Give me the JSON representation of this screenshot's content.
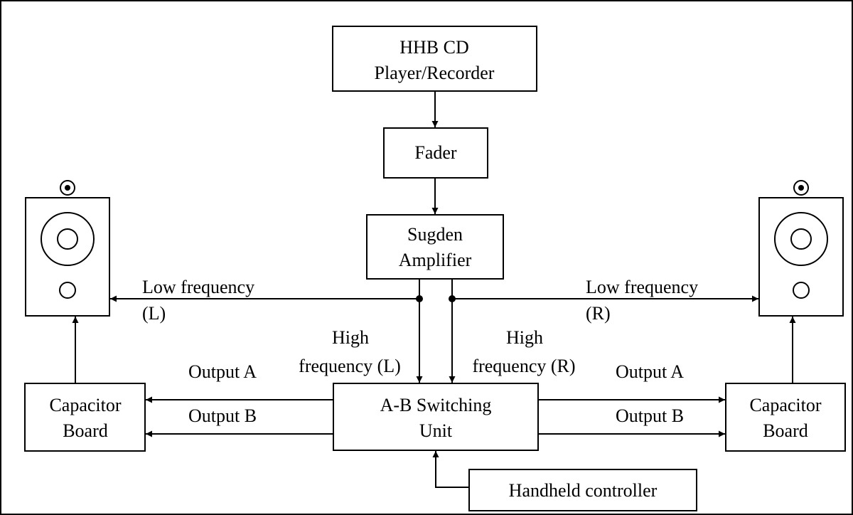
{
  "diagram": {
    "blocks": {
      "cd_player": {
        "line1": "HHB CD",
        "line2": "Player/Recorder"
      },
      "fader": {
        "line1": "Fader"
      },
      "amplifier": {
        "line1": "Sugden",
        "line2": "Amplifier"
      },
      "switching_unit": {
        "line1": "A-B Switching",
        "line2": "Unit"
      },
      "capacitor_left": {
        "line1": "Capacitor",
        "line2": "Board"
      },
      "capacitor_right": {
        "line1": "Capacitor",
        "line2": "Board"
      },
      "handheld_controller": {
        "line1": "Handheld controller"
      }
    },
    "labels": {
      "low_freq_left": {
        "line1": "Low frequency",
        "line2": "(L)"
      },
      "low_freq_right": {
        "line1": "Low frequency",
        "line2": "(R)"
      },
      "high_freq_left": {
        "line1": "High",
        "line2": "frequency (L)"
      },
      "high_freq_right": {
        "line1": "High",
        "line2": "frequency (R)"
      },
      "output_a_left": "Output A",
      "output_b_left": "Output B",
      "output_a_right": "Output A",
      "output_b_right": "Output B"
    },
    "connections": [
      {
        "from": "cd_player",
        "to": "fader"
      },
      {
        "from": "fader",
        "to": "amplifier"
      },
      {
        "from": "amplifier",
        "to": "speaker_left",
        "label": "low_freq_left"
      },
      {
        "from": "amplifier",
        "to": "speaker_right",
        "label": "low_freq_right"
      },
      {
        "from": "amplifier",
        "to": "switching_unit",
        "label": "high_freq_left"
      },
      {
        "from": "amplifier",
        "to": "switching_unit",
        "label": "high_freq_right"
      },
      {
        "from": "switching_unit",
        "to": "capacitor_left",
        "label": "output_a_left"
      },
      {
        "from": "switching_unit",
        "to": "capacitor_left",
        "label": "output_b_left"
      },
      {
        "from": "switching_unit",
        "to": "capacitor_right",
        "label": "output_a_right"
      },
      {
        "from": "switching_unit",
        "to": "capacitor_right",
        "label": "output_b_right"
      },
      {
        "from": "capacitor_left",
        "to": "speaker_left"
      },
      {
        "from": "capacitor_right",
        "to": "speaker_right"
      },
      {
        "from": "handheld_controller",
        "to": "switching_unit"
      }
    ]
  }
}
